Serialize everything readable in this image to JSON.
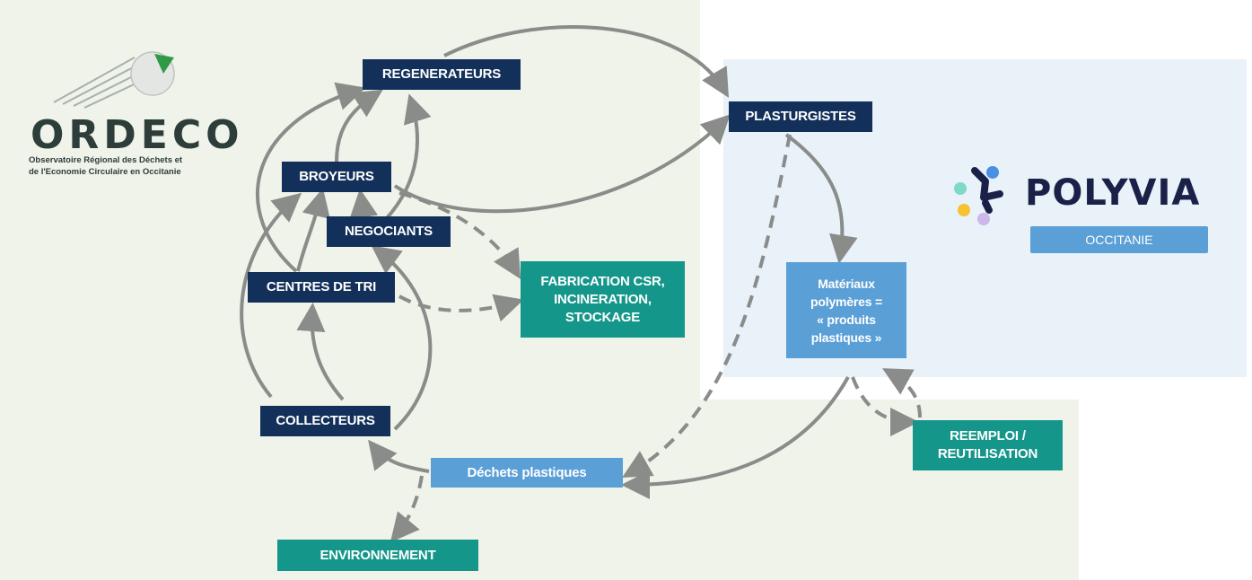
{
  "logos": {
    "ordeco": {
      "name": "ORDECO",
      "subtitle_line1": "Observatoire Régional des Déchets et",
      "subtitle_line2": "de l'Economie Circulaire en Occitanie"
    },
    "polyvia": {
      "name": "POLYVIA",
      "region": "OCCITANIE"
    }
  },
  "nodes": {
    "regenerateurs": "REGENERATEURS",
    "plasturgistes": "PLASTURGISTES",
    "broyeurs": "BROYEURS",
    "negociants": "NEGOCIANTS",
    "centres_de_tri": "CENTRES DE TRI",
    "fabrication_l1": "FABRICATION CSR,",
    "fabrication_l2": "INCINERATION,",
    "fabrication_l3": "STOCKAGE",
    "materiaux_l1": "Matériaux",
    "materiaux_l2": "polymères =",
    "materiaux_l3": "« produits",
    "materiaux_l4": "plastiques »",
    "collecteurs": "COLLECTEURS",
    "dechets": "Déchets plastiques",
    "reemploi_l1": "REEMPLOI /",
    "reemploi_l2": "REUTILISATION",
    "environnement": "ENVIRONNEMENT"
  },
  "colors": {
    "navy": "#13305a",
    "teal": "#15968a",
    "light_blue": "#5b9fd7",
    "arrow_gray": "#8a8c8a",
    "green_bg": "#eff3e9",
    "blue_bg": "#e9f1f9"
  }
}
